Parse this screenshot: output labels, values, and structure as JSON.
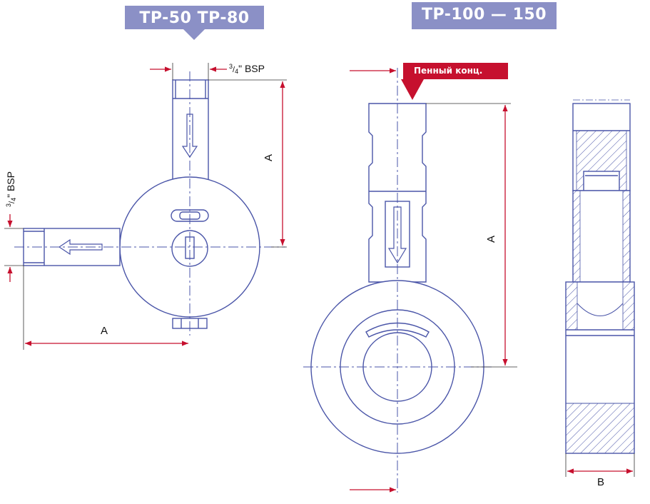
{
  "banners": {
    "left": "TP-50  TP-80",
    "right": "TP-100 — 150"
  },
  "callout": {
    "label": "Пенный конц."
  },
  "dimensions": {
    "a": "A",
    "b": "B",
    "bsp_fraction_num": "3",
    "bsp_fraction_den": "4",
    "bsp_suffix": "\" BSP"
  },
  "colors": {
    "banner": "#8b90c6",
    "callout": "#c6102e",
    "line": "#4a55a8",
    "dimension_arrow": "#c6102e",
    "dimension_text": "#111111"
  }
}
